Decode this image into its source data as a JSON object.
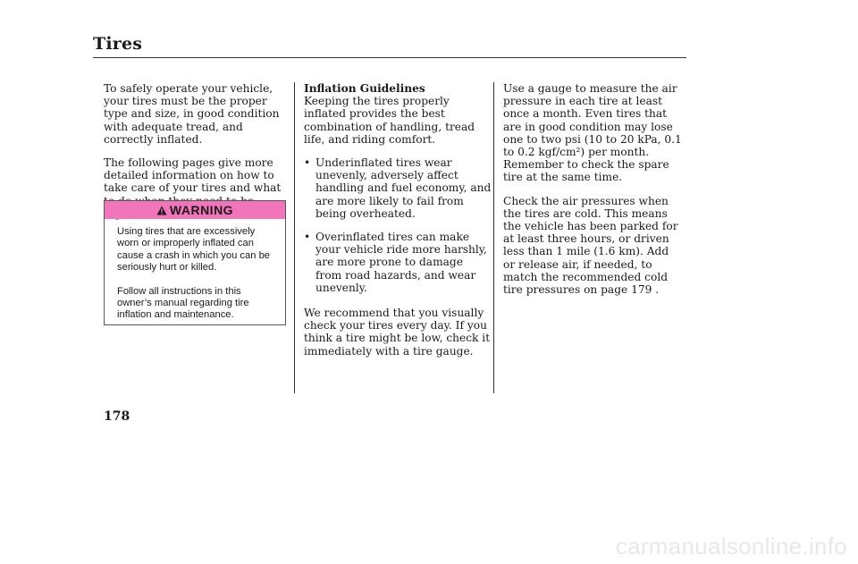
{
  "page": {
    "title": "Tires",
    "page_number": "178"
  },
  "col1": {
    "p1": "To safely operate your vehicle, your tires must be the proper type and size, in good condition with adequate tread, and correctly inflated.",
    "p2": "The following pages give more detailed information on how to take care of your tires and what to do when they need to be replaced."
  },
  "warning": {
    "label": "WARNING",
    "icon": "warning-triangle-icon",
    "header_color": "#f274ba",
    "p1": "Using tires that are excessively worn or improperly inflated can cause a crash in which you can be seriously hurt or killed.",
    "p2": "Follow all instructions in this owner’s manual regarding tire inflation and maintenance."
  },
  "col2": {
    "heading": "Inflation Guidelines",
    "intro": "Keeping the tires properly inflated provides the best combination of handling, tread life, and riding comfort.",
    "bullets": [
      "Underinflated tires wear unevenly, adversely affect handling and fuel economy, and are more likely to fail from being overheated.",
      "Overinflated tires can make your vehicle ride more harshly, are more prone to damage from road hazards, and wear unevenly."
    ],
    "closing": "We recommend that you visually check your tires every day. If you think a tire might be low, check it immediately with a tire gauge."
  },
  "col3": {
    "p1": "Use a gauge to measure the air pressure in each tire at least once a month. Even tires that are in good condition may lose one to two psi (10 to 20 kPa, 0.1 to 0.2 kgf/cm²) per month. Remember to check the spare tire at the same time.",
    "p2": "Check the air pressures when the tires are cold. This means the vehicle has been parked for at least three hours, or driven less than 1 mile (1.6 km). Add or release air, if needed, to match the recommended cold tire pressures on page 179 ."
  },
  "watermark": "carmanualsonline.info"
}
